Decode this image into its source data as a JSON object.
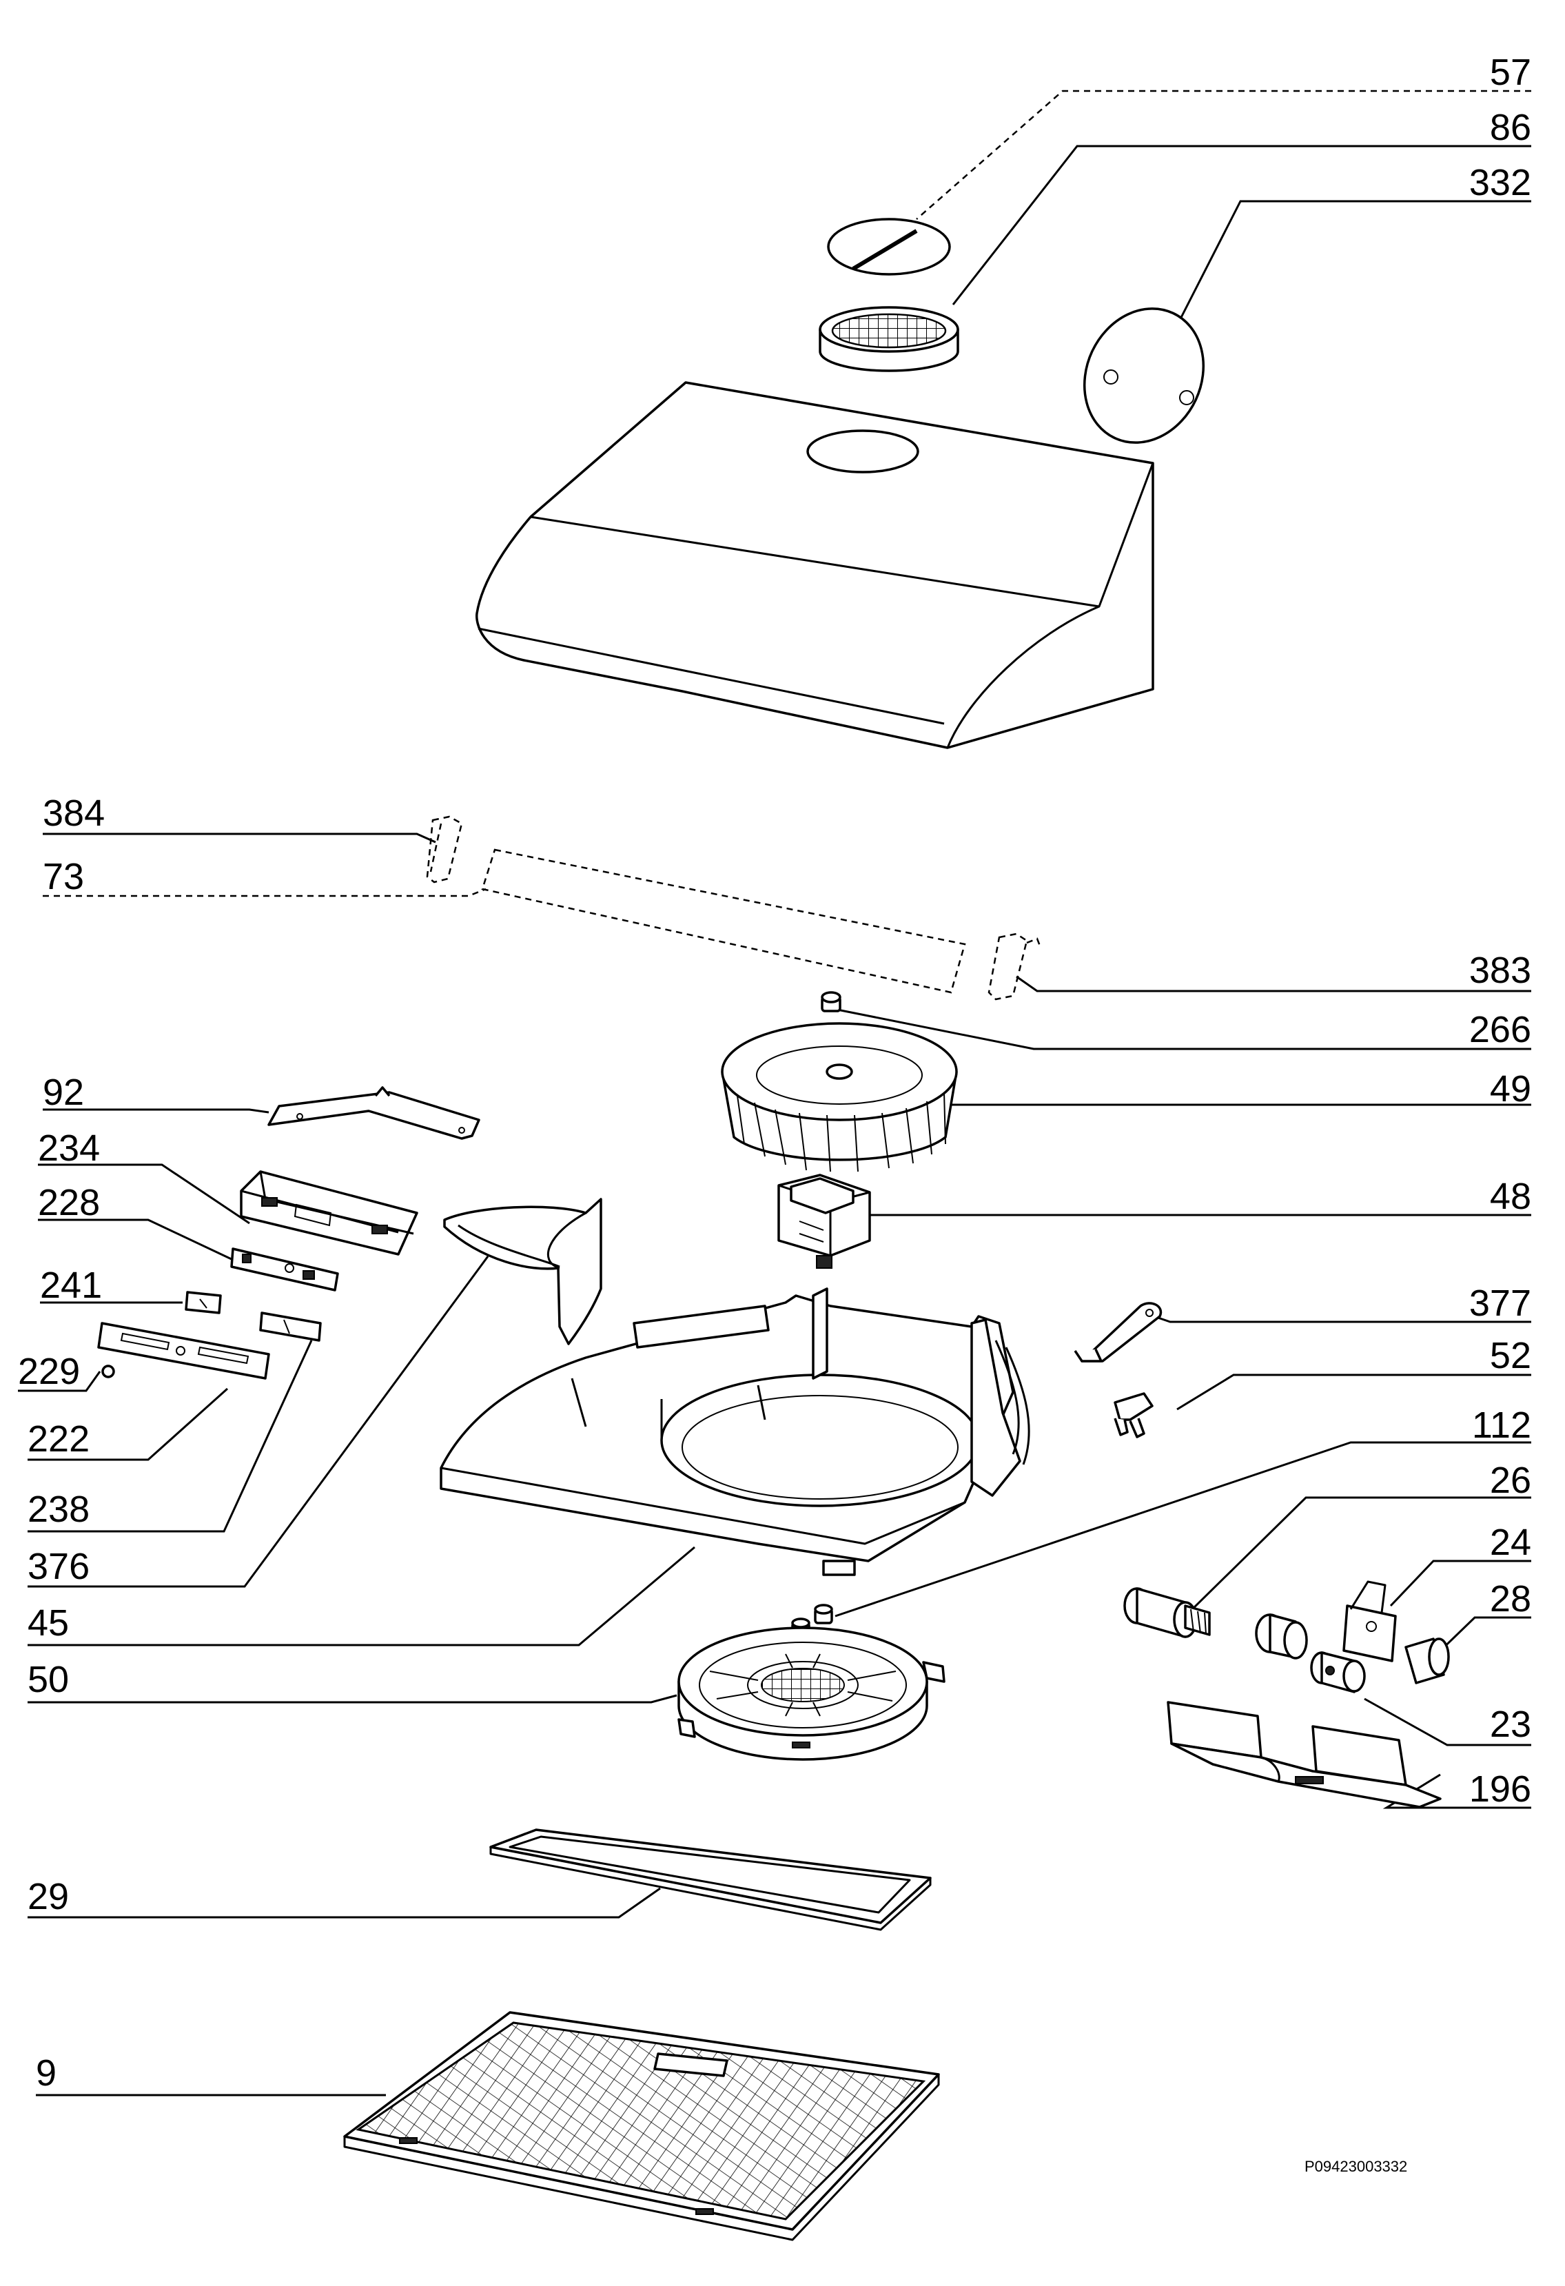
{
  "diagram": {
    "labels": {
      "57": "57",
      "86": "86",
      "332": "332",
      "384": "384",
      "73": "73",
      "383": "383",
      "266": "266",
      "49": "49",
      "92": "92",
      "234": "234",
      "228": "228",
      "48": "48",
      "241": "241",
      "229": "229",
      "222": "222",
      "238": "238",
      "376": "376",
      "45": "45",
      "377": "377",
      "52": "52",
      "112": "112",
      "26": "26",
      "24": "24",
      "28": "28",
      "50": "50",
      "23": "23",
      "196": "196",
      "29": "29",
      "9": "9"
    },
    "drawing_code": "P09423003332"
  }
}
